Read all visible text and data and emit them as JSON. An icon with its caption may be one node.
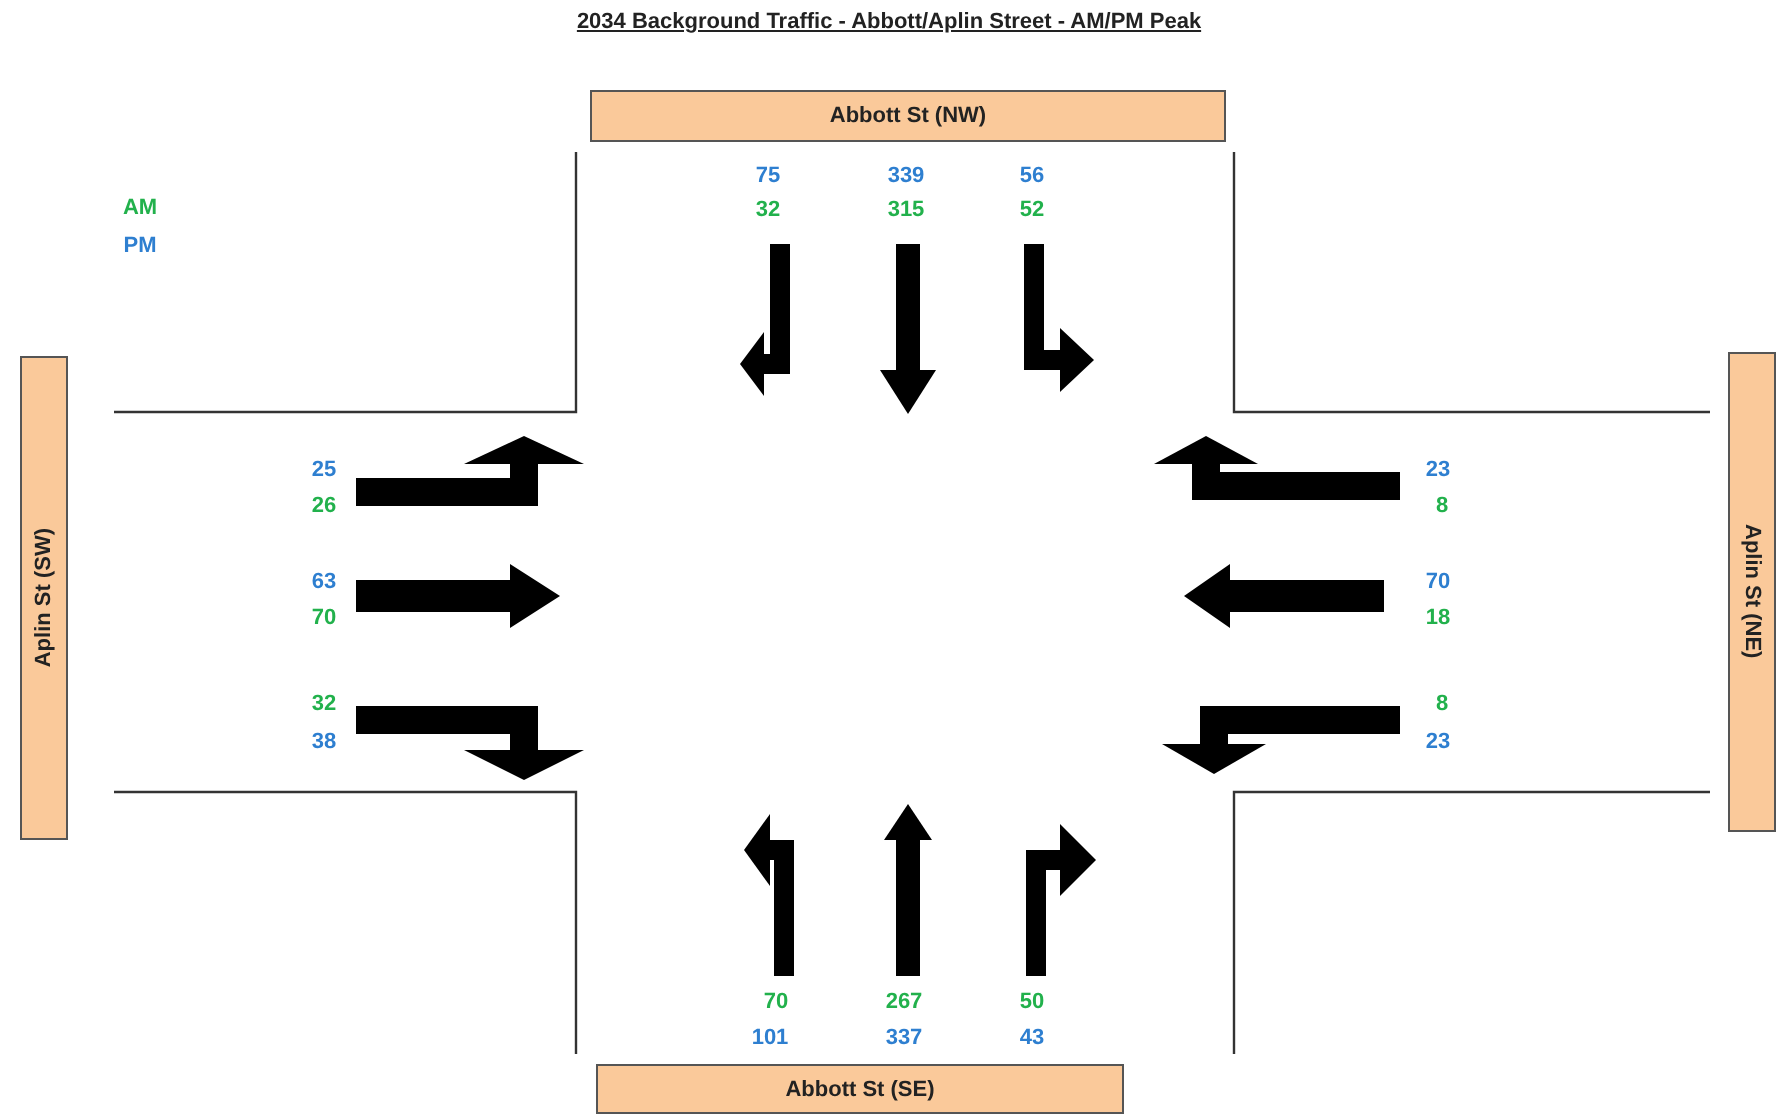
{
  "diagram": {
    "title": "2034 Background Traffic - Abbott/Aplin Street - AM/PM Peak",
    "nodes": [
      {
        "text": [
          "Abbott St (NW)"
        ]
      },
      {
        "text": [
          "Aplin St (SW)"
        ]
      },
      {
        "text": [
          "Aplin St (NE)"
        ]
      },
      {
        "text": [
          "Abbott St (SE)"
        ]
      }
    ],
    "labels": [
      "75",
      "339",
      "56",
      "32",
      "315",
      "52",
      "25",
      "23",
      "26",
      "8",
      "63",
      "70",
      "70",
      "18",
      "32",
      "8",
      "38",
      "23",
      "70",
      "267",
      "50",
      "101",
      "337",
      "43"
    ],
    "legend": [
      {
        "text": "AM",
        "color": "#22b14c"
      },
      {
        "text": "PM",
        "color": "#2e7fd0"
      }
    ]
  }
}
